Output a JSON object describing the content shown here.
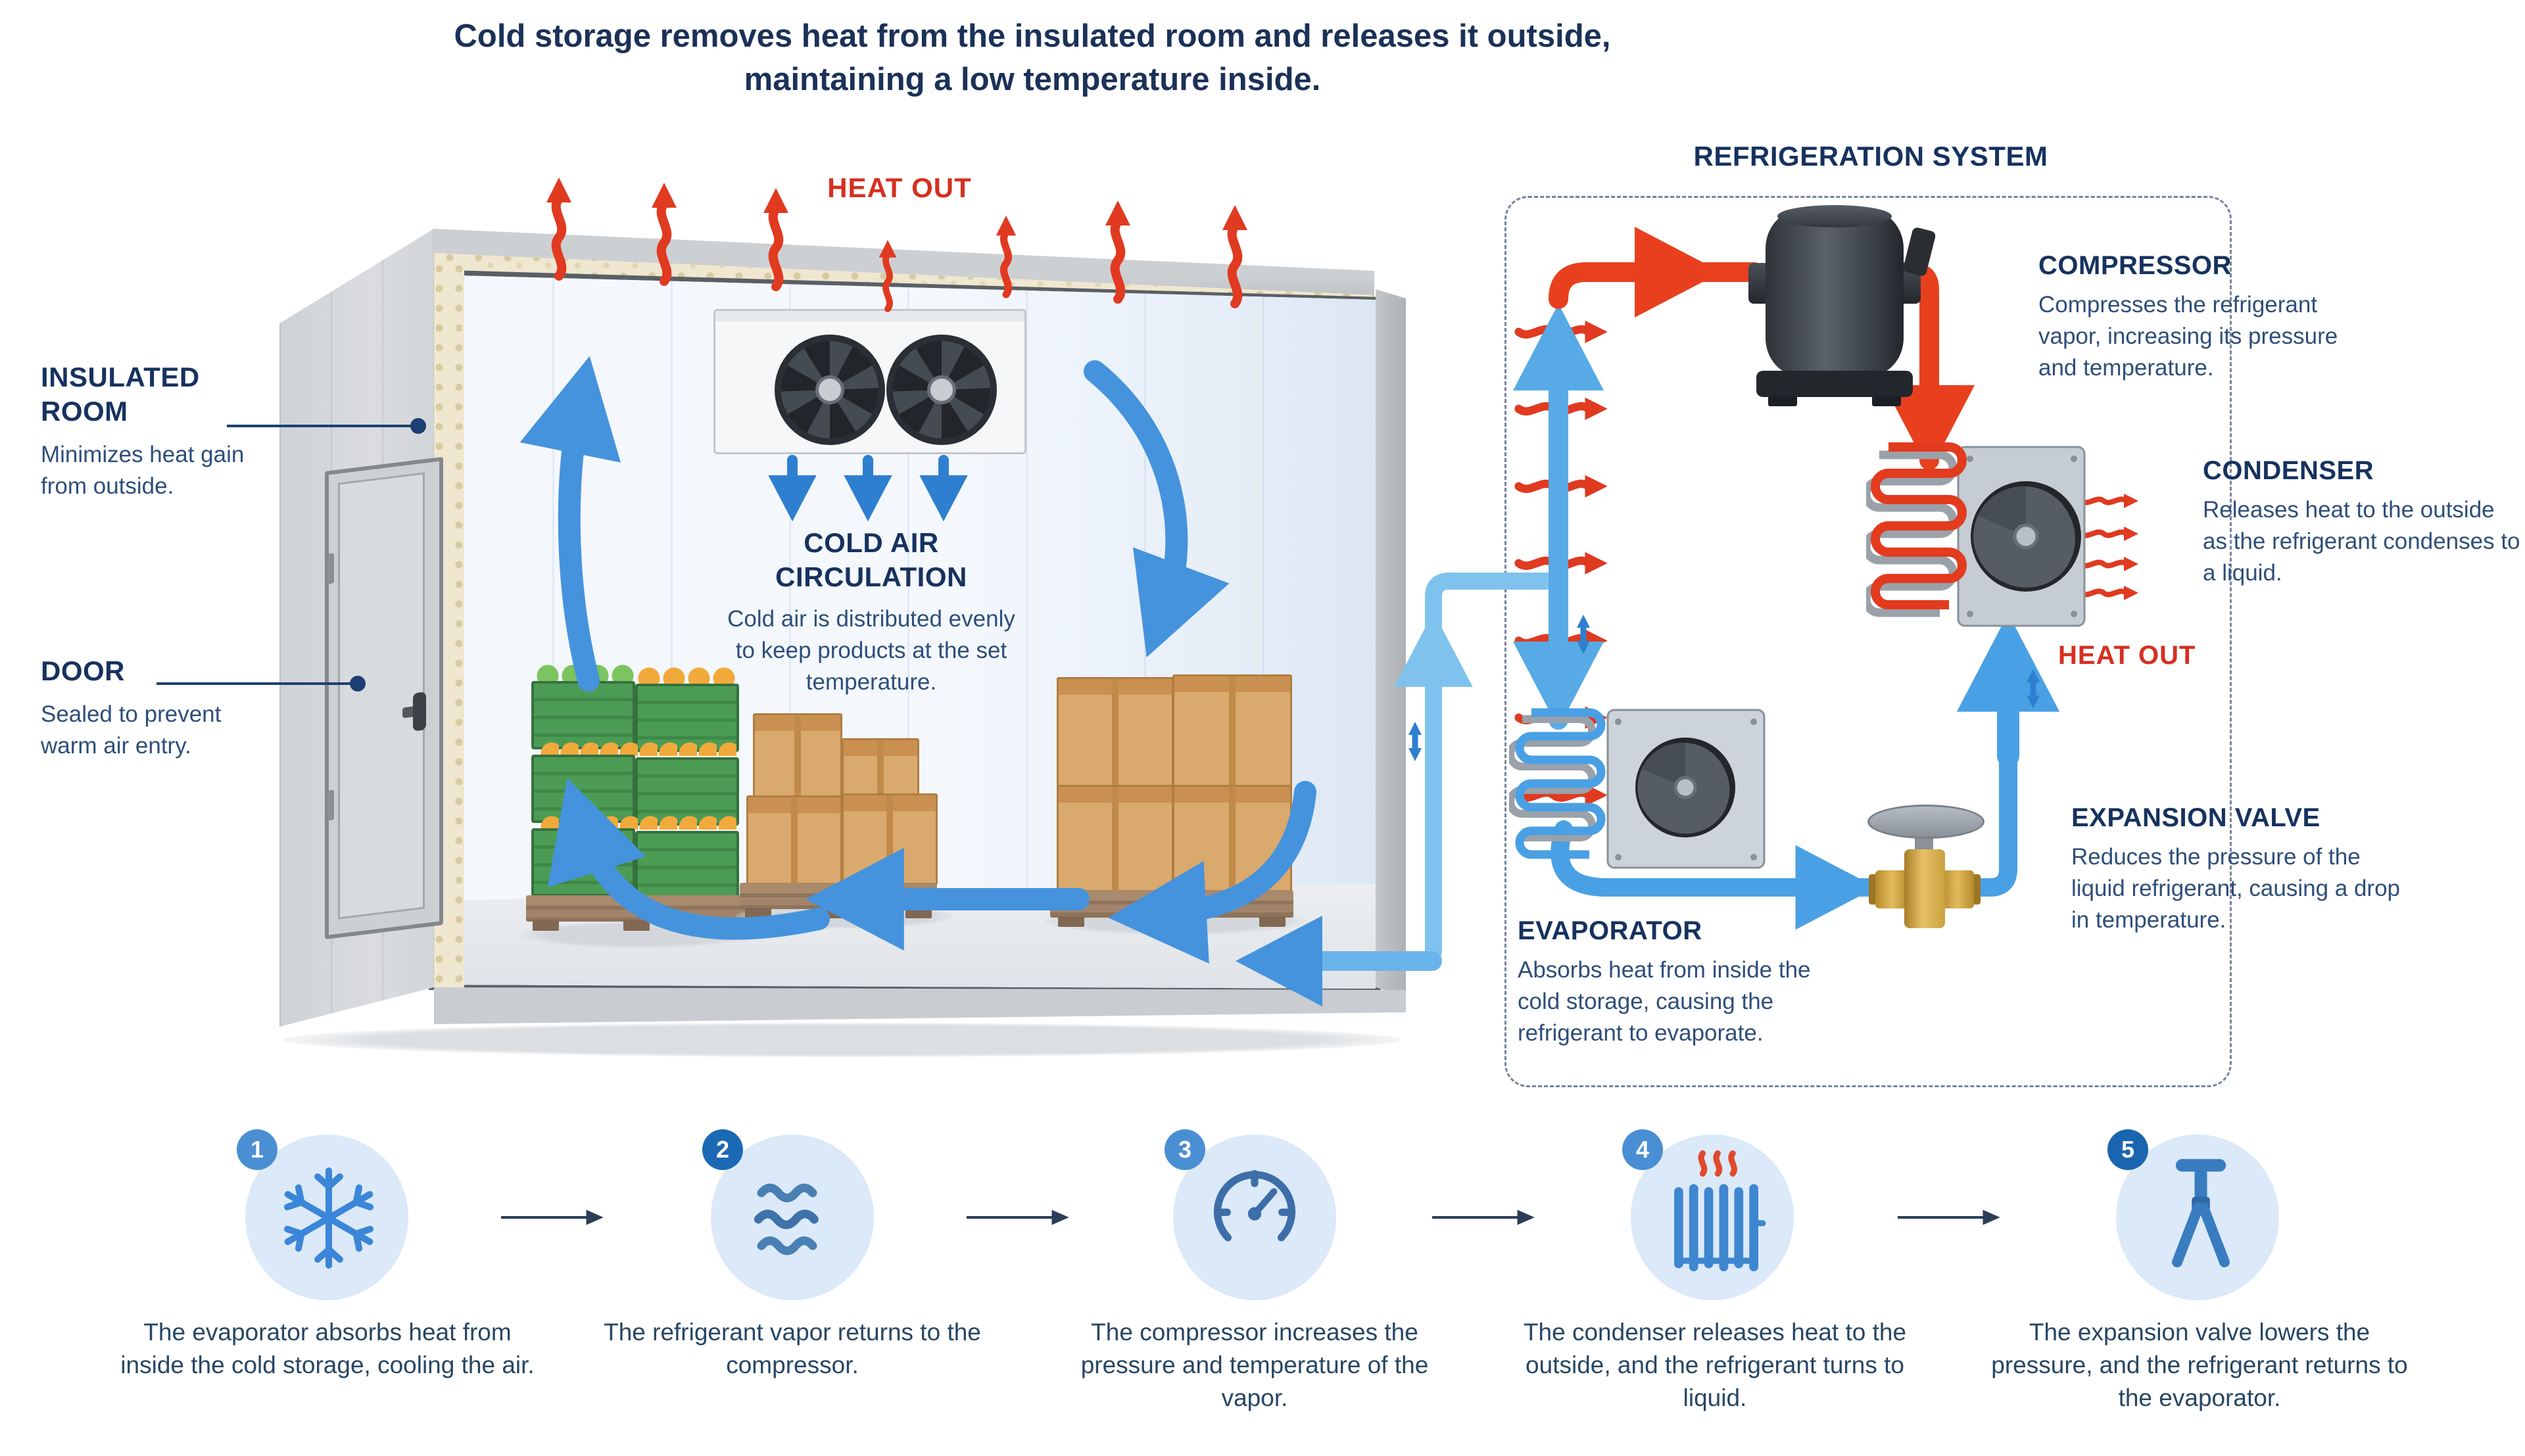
{
  "title": {
    "line1": "Cold storage removes heat from the insulated room and releases it outside,",
    "line2": "maintaining a low temperature inside."
  },
  "room": {
    "heat_out_top": "HEAT OUT",
    "insulated_room": {
      "heading": "INSULATED ROOM",
      "body": "Minimizes heat gain from outside."
    },
    "door": {
      "heading": "DOOR",
      "body": "Sealed to prevent warm air entry."
    },
    "cold_air": {
      "heading": "COLD AIR CIRCULATION",
      "body": "Cold air is distributed evenly to keep products at the set temperature."
    }
  },
  "system": {
    "heading": "REFRIGERATION SYSTEM",
    "compressor": {
      "name": "COMPRESSOR",
      "desc": "Compresses the refrigerant vapor, increasing its pressure and temperature."
    },
    "condenser": {
      "name": "CONDENSER",
      "desc": "Releases heat to the outside as the refrigerant condenses to a liquid.",
      "heat_out": "HEAT OUT"
    },
    "expansion_valve": {
      "name": "EXPANSION VALVE",
      "desc": "Reduces the pressure of the liquid refrigerant, causing a drop in temperature."
    },
    "evaporator": {
      "name": "EVAPORATOR",
      "desc": "Absorbs heat from inside the cold storage, causing the refrigerant to evaporate."
    }
  },
  "steps": [
    {
      "number": "1",
      "icon": "snowflake-icon",
      "text": "The evaporator absorbs heat from inside the cold storage, cooling the air."
    },
    {
      "number": "2",
      "icon": "vapor-waves-icon",
      "text": "The refrigerant vapor returns to the compressor."
    },
    {
      "number": "3",
      "icon": "pressure-gauge-icon",
      "text": "The compressor increases the pressure and temperature of the vapor."
    },
    {
      "number": "4",
      "icon": "radiator-icon",
      "text": "The condenser releases heat to the outside, and the refrigerant turns to liquid."
    },
    {
      "number": "5",
      "icon": "valve-icon",
      "text": "The expansion valve lowers the pressure, and the refrigerant returns to the evaporator."
    }
  ],
  "colors": {
    "heading_navy": "#16325f",
    "body_navy": "#2e4e79",
    "heat_red": "#d63020",
    "pipe_red": "#e8401f",
    "pipe_blue": "#57aae6",
    "pipe_blue_light": "#7fc2ee",
    "arrow_blue": "#4593dd",
    "step_circle_bg": "#dbe9f8",
    "step_badge_bg": "#2f7cc4",
    "insulation_cream": "#efe7cf",
    "crate_green": "#4c9b55",
    "box_tan": "#d9a96d",
    "valve_brass": "#caa23f"
  }
}
